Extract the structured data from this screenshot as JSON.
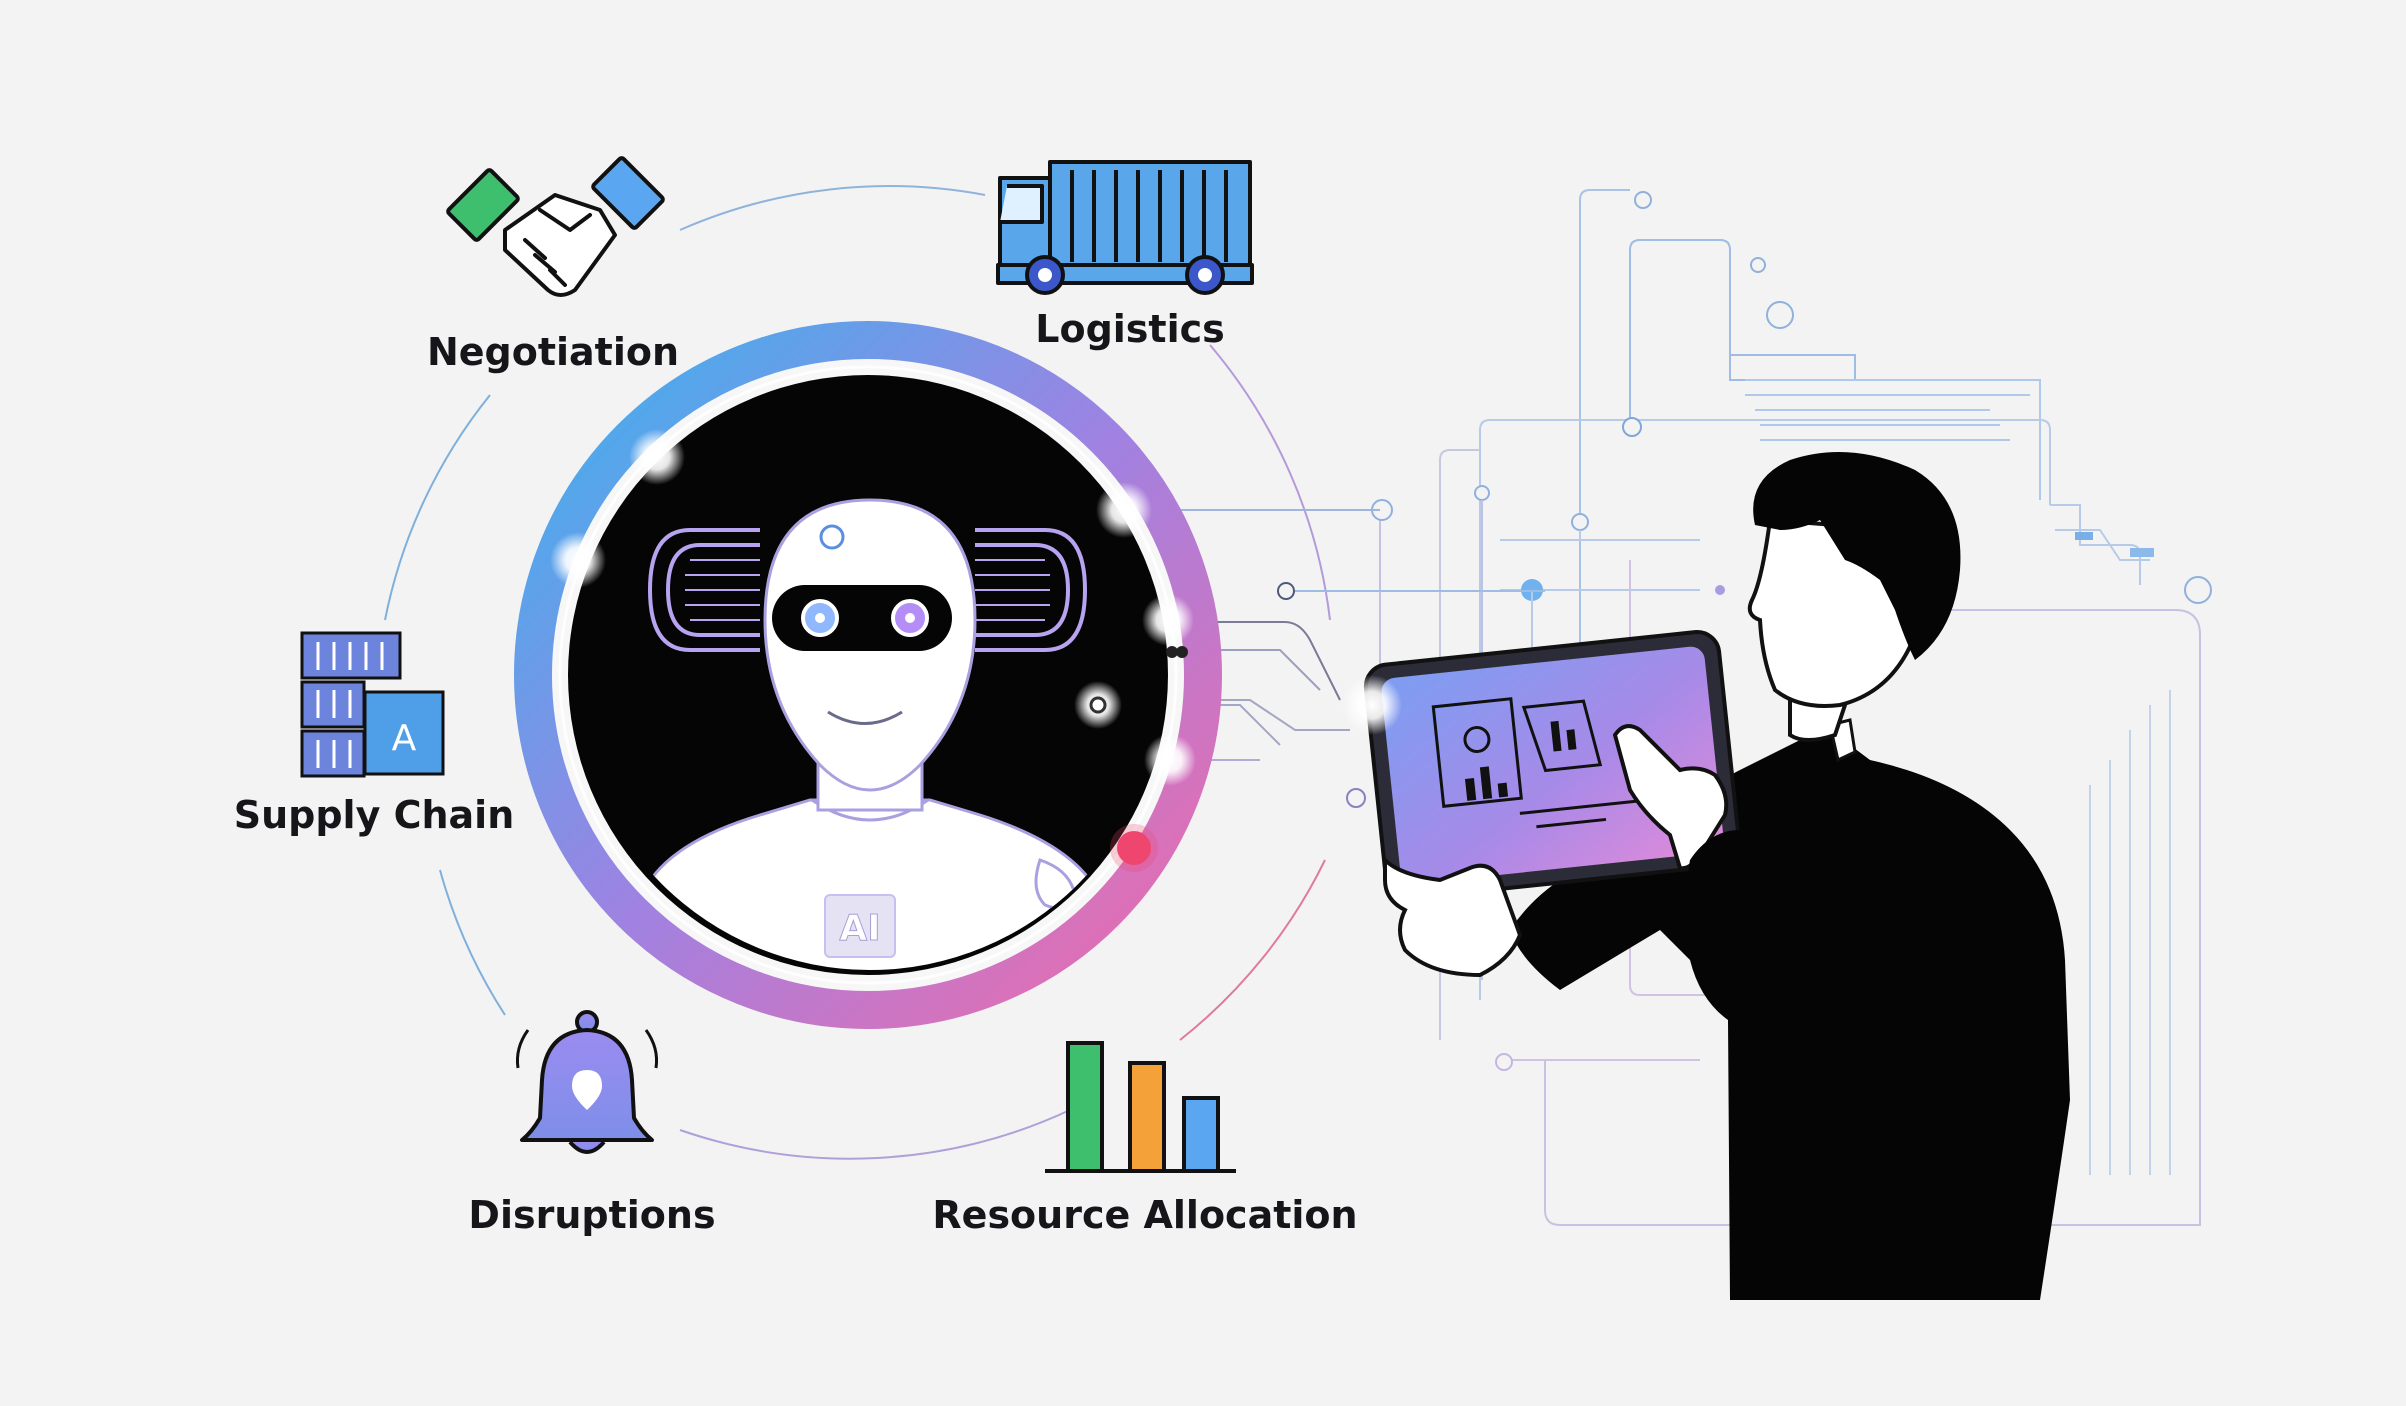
{
  "labels": {
    "negotiation": "Negotiation",
    "logistics": "Logistics",
    "supply_chain": "Supply Chain",
    "disruptions": "Disruptions",
    "resource_allocation": "Resource Allocation",
    "robot_badge": "AI",
    "container_badge": "A"
  },
  "icons": {
    "negotiation": "handshake-icon",
    "logistics": "truck-icon",
    "supply_chain": "containers-icon",
    "disruptions": "bell-icon",
    "resource_allocation": "bar-chart-icon"
  },
  "colors": {
    "ring_blue": "#3fa9f0",
    "ring_purple": "#9b7fe0",
    "ring_pink": "#ef6fb0",
    "green": "#3dbf6e",
    "orange": "#f5a13a",
    "blue": "#5aa6f0",
    "bell": "#8c86ea",
    "truck": "#59a7ea",
    "line_blue": "#9fc4e8",
    "line_purple": "#b9a8e6"
  }
}
